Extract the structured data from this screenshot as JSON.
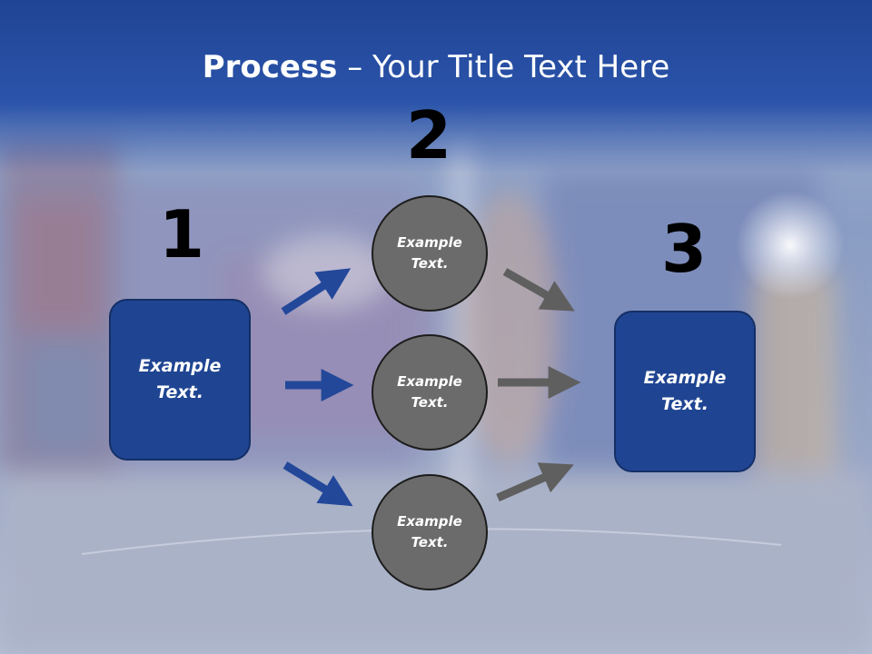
{
  "title": {
    "bold": "Process",
    "rest": " – Your Title Text Here"
  },
  "steps": {
    "one": "1",
    "two": "2",
    "three": "3"
  },
  "left_box": {
    "text": "Example Text."
  },
  "right_box": {
    "text": "Example Text."
  },
  "circles": [
    {
      "text": "Example Text."
    },
    {
      "text": "Example Text."
    },
    {
      "text": "Example Text."
    }
  ],
  "colors": {
    "header": "#2b54aa",
    "box_fill": "#1f4592",
    "circle_fill": "#6b6b6b",
    "arrow_blue": "#23489a",
    "arrow_gray": "#5f5f5f"
  }
}
